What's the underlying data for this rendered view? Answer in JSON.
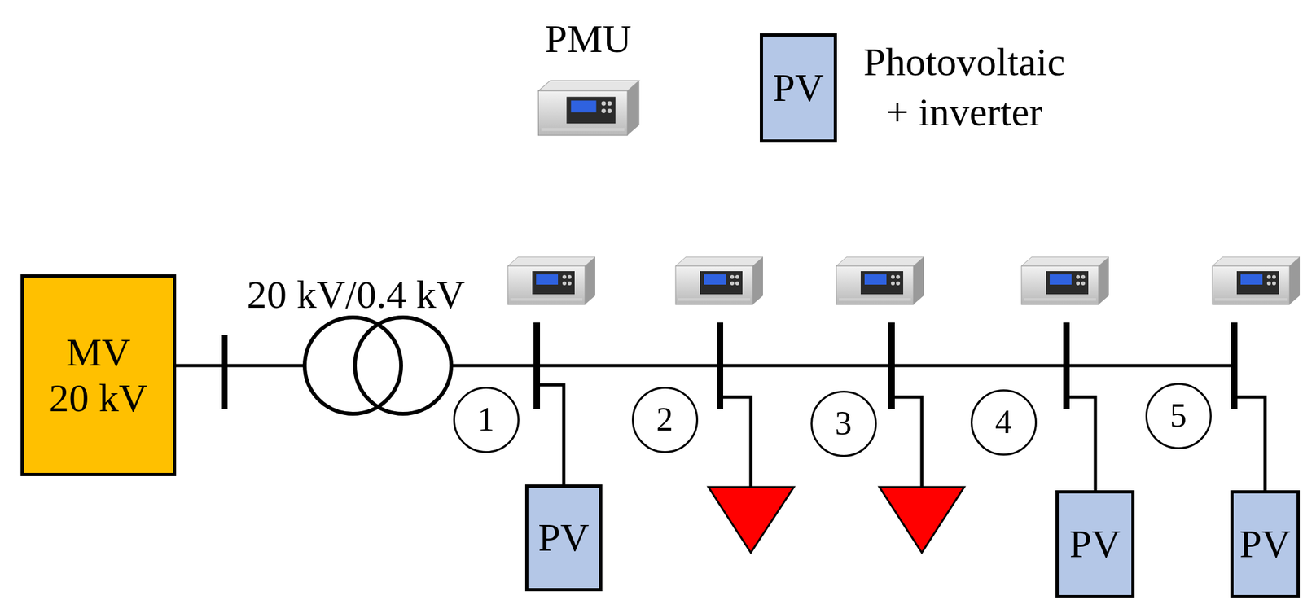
{
  "diagram": {
    "nodes": [
      {
        "text": [
          "PV"
        ]
      },
      {
        "text": [
          "MV 20 kV"
        ]
      },
      {
        "text": [
          "1"
        ]
      },
      {
        "text": [
          "PV"
        ]
      },
      {
        "text": [
          "2"
        ]
      },
      {
        "text": [
          "3"
        ]
      },
      {
        "text": [
          "4"
        ]
      },
      {
        "text": [
          "PV"
        ]
      },
      {
        "text": [
          "5"
        ]
      },
      {
        "text": [
          "PV"
        ]
      }
    ],
    "labels": [
      "20 kV/0.4 kV"
    ],
    "legend": [
      {
        "text": "PMU"
      },
      {
        "text": "Photovoltaic + inverter"
      }
    ]
  }
}
